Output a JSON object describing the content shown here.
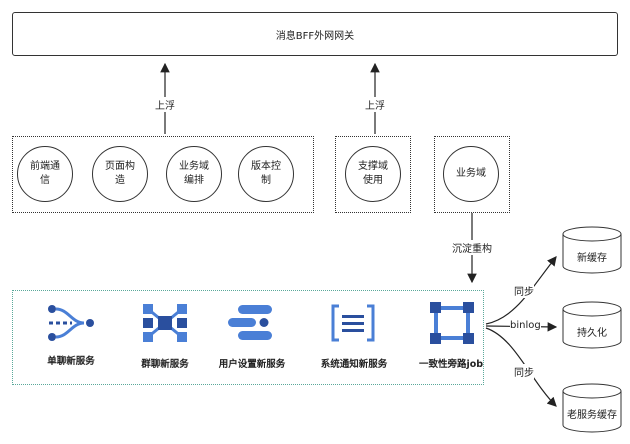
{
  "gateway": {
    "label": "消息BFF外网网关"
  },
  "arrows": {
    "float_left": "上浮",
    "float_right": "上浮",
    "precipitate": "沉淀重构"
  },
  "group_left": {
    "items": [
      "前端通信",
      "页面构造",
      "业务域编排",
      "版本控制"
    ]
  },
  "group_support": {
    "label": "支撑域使用"
  },
  "group_business": {
    "label": "业务域"
  },
  "services": [
    {
      "label": "单聊新服务",
      "icon": "flow-split-icon"
    },
    {
      "label": "群聊新服务",
      "icon": "network-hub-icon"
    },
    {
      "label": "用户设置新服务",
      "icon": "pipeline-icon"
    },
    {
      "label": "系统通知新服务",
      "icon": "bracket-list-icon"
    },
    {
      "label": "一致性旁路job",
      "icon": "frame-nodes-icon"
    }
  ],
  "storage": {
    "sync_top": "同步",
    "binlog": "binlog",
    "sync_bottom": "同步",
    "items": [
      "新缓存",
      "持久化",
      "老服务缓存"
    ]
  },
  "colors": {
    "accent_blue": "#4a7fd6",
    "dark_blue": "#2a4f9e",
    "teal_border": "#5aa89a"
  }
}
